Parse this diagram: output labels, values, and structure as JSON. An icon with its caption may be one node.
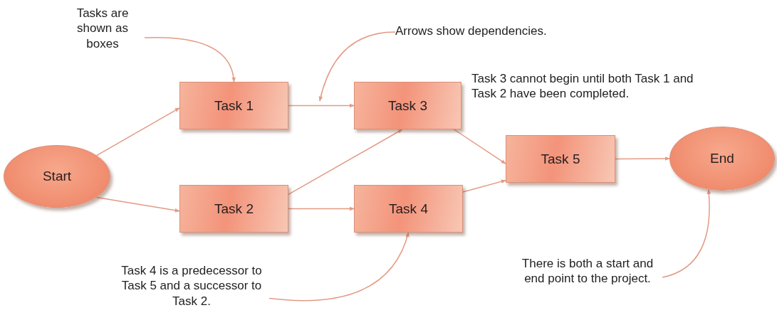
{
  "diagram": {
    "nodes": [
      {
        "text": [
          "Start"
        ]
      },
      {
        "text": [
          "Task 1"
        ]
      },
      {
        "text": [
          "Task 2"
        ]
      },
      {
        "text": [
          "Task 3"
        ]
      },
      {
        "text": [
          "Task 4"
        ]
      },
      {
        "text": [
          "Task 5"
        ]
      },
      {
        "text": [
          "End"
        ]
      },
      {
        "text": [
          "Tasks are shown as boxes"
        ]
      },
      {
        "text": [
          "Arrows show dependencies."
        ]
      },
      {
        "text": [
          "Task 4 is a predecessor to Task 5 and a successor to Task 2."
        ]
      },
      {
        "text": [
          "There is both a start and end point to the project."
        ]
      }
    ],
    "edges": [
      {
        "from": 0,
        "to": 1,
        "arrow": "to"
      },
      {
        "from": 0,
        "to": 2,
        "arrow": "to"
      },
      {
        "from": 1,
        "to": 3,
        "arrow": "to"
      },
      {
        "from": 2,
        "to": 3,
        "arrow": "to"
      },
      {
        "from": 2,
        "to": 4,
        "arrow": "to"
      },
      {
        "from": 3,
        "to": 5,
        "arrow": "to"
      },
      {
        "from": 4,
        "to": 5,
        "arrow": "to"
      },
      {
        "from": 5,
        "to": 6,
        "arrow": "to"
      },
      {
        "from": 7,
        "to": 1,
        "arrow": "to"
      },
      {
        "from": 8,
        "to": null,
        "arrow": "to"
      },
      {
        "from": 9,
        "to": 4,
        "arrow": "to"
      },
      {
        "from": 10,
        "to": 6,
        "arrow": "to"
      }
    ],
    "labels": [
      "Task 3 cannot begin until both Task 1 and Task 2 have been completed."
    ]
  }
}
